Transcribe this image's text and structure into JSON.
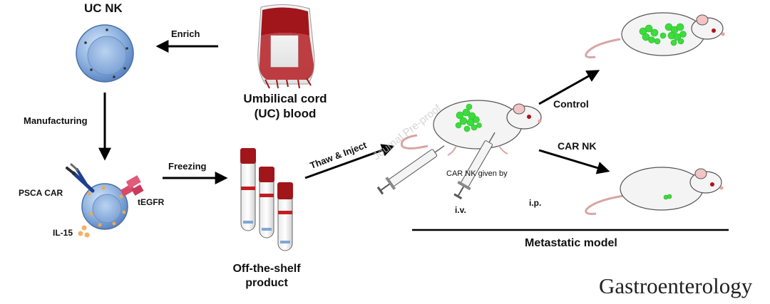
{
  "labels": {
    "uc_nk": "UC NK",
    "enrich": "Enrich",
    "umbilical_line1": "Umbilical cord",
    "umbilical_line2": "(UC) blood",
    "manufacturing": "Manufacturing",
    "freezing": "Freezing",
    "psca_car": "PSCA CAR",
    "tegfr": "tEGFR",
    "il15": "IL-15",
    "offshelf_line1": "Off-the-shelf",
    "offshelf_line2": "product",
    "thaw_inject": "Thaw & Inject",
    "car_nk_given_by": "CAR NK given by",
    "iv": "i.v.",
    "ip": "i.p.",
    "control": "Control",
    "car_nk": "CAR NK",
    "metastatic_model": "Metastatic model"
  },
  "watermark": "Journal Pre-proof",
  "journal": "Gastroenterology",
  "colors": {
    "cell_blue": "#8fb3e0",
    "blood_red": "#a0161b",
    "tumor_green": "#3ddc3d",
    "arrow_black": "#000000"
  }
}
